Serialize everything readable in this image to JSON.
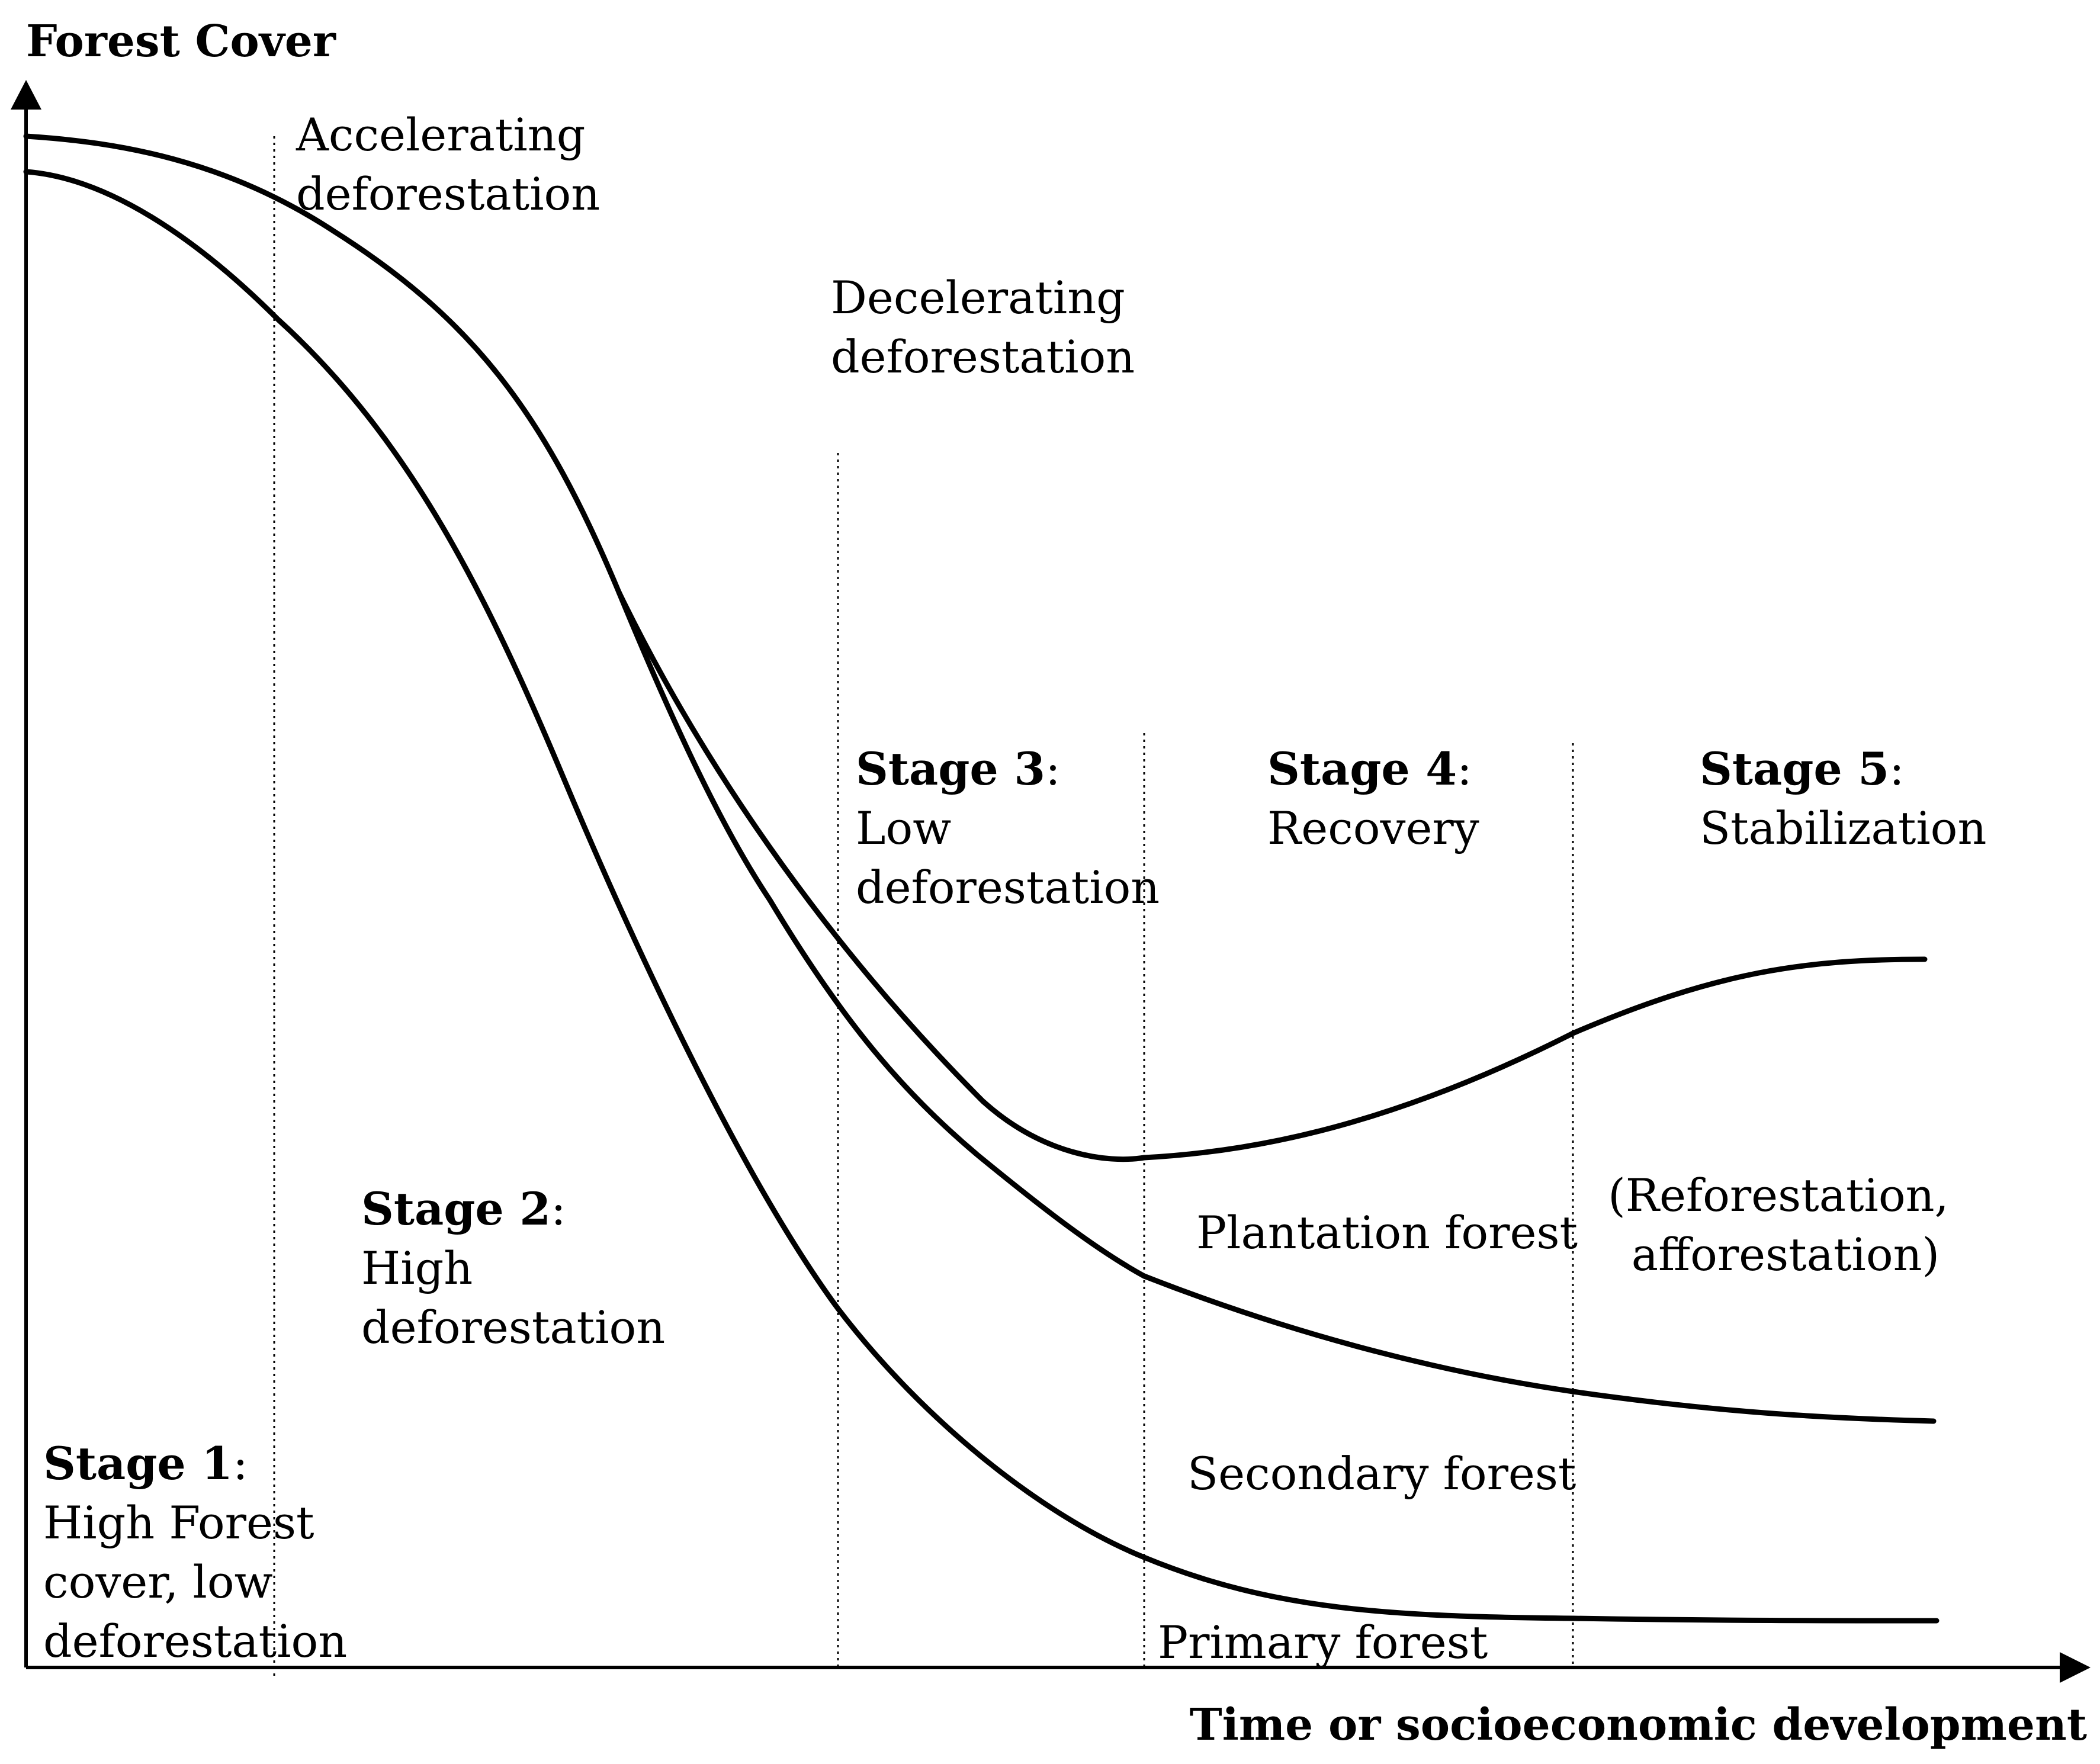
{
  "axes": {
    "y_label": "Forest Cover",
    "x_label": "Time or socioeconomic development"
  },
  "phases": [
    {
      "line1": "Accelerating",
      "line2": "deforestation"
    },
    {
      "line1": "Decelerating",
      "line2": "deforestation"
    }
  ],
  "stages": [
    {
      "title": "Stage 1",
      "sep": ":",
      "lines": [
        "High Forest",
        "cover, low",
        "deforestation"
      ]
    },
    {
      "title": "Stage 2",
      "sep": ":",
      "lines": [
        "High",
        "deforestation"
      ]
    },
    {
      "title": "Stage 3",
      "sep": ":",
      "lines": [
        "Low",
        "deforestation"
      ]
    },
    {
      "title": "Stage 4",
      "sep": ":",
      "lines": [
        "Recovery"
      ]
    },
    {
      "title": "Stage 5",
      "sep": ":",
      "lines": [
        "Stabilization"
      ]
    }
  ],
  "curves": {
    "plantation": "Plantation forest",
    "secondary": "Secondary forest",
    "primary": "Primary forest"
  },
  "note": {
    "line1": "(Reforestation,",
    "line2": "afforestation)"
  }
}
